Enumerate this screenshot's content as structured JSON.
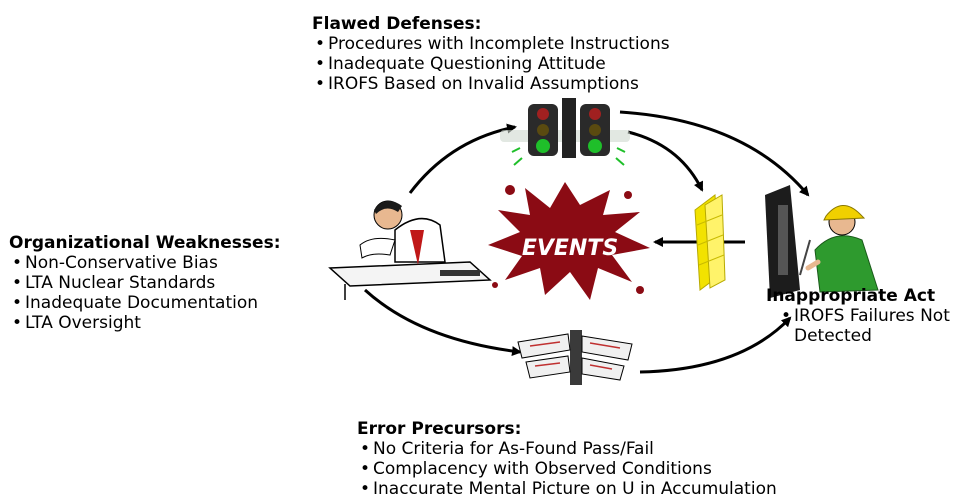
{
  "center_label": "EVENTS",
  "flawed_defenses": {
    "heading": "Flawed Defenses:",
    "items": [
      "Procedures with Incomplete Instructions",
      "Inadequate  Questioning Attitude",
      "IROFS Based on Invalid Assumptions"
    ]
  },
  "organizational_weaknesses": {
    "heading": "Organizational Weaknesses:",
    "items": [
      "Non-Conservative Bias",
      "LTA Nuclear Standards",
      "Inadequate Documentation",
      "LTA Oversight"
    ]
  },
  "inappropriate_act": {
    "heading": "Inappropriate Act",
    "items": [
      "IROFS Failures Not Detected"
    ]
  },
  "error_precursors": {
    "heading": "Error Precursors:",
    "items": [
      "No Criteria for As-Found Pass/Fail",
      "Complacency with Observed Conditions",
      "Inaccurate Mental Picture on U in Accumulation"
    ]
  },
  "icons": [
    "traffic-light-icon",
    "manager-at-desk-icon",
    "events-splat-icon",
    "yellow-barrier-icon",
    "worker-at-panel-icon",
    "signpost-icon"
  ],
  "colors": {
    "splat": "#8b0b14",
    "barrier": "#f2e200",
    "worker_shirt": "#2e9a2e",
    "hardhat": "#f0d000"
  }
}
